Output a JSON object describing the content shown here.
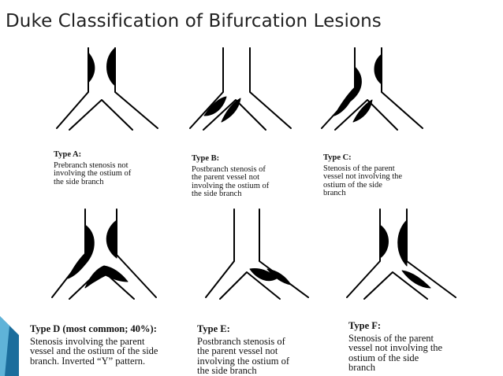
{
  "title": "Duke Classification of Bifurcation Lesions",
  "types": [
    {
      "name": "Type A:",
      "lines": [
        "Prebranch stenosis not",
        "involving the ostium of",
        "the side branch"
      ]
    },
    {
      "name": "Type B:",
      "lines": [
        "Postbranch stenosis of",
        "the parent vessel not",
        "involving the ostium of",
        "the side branch"
      ]
    },
    {
      "name": "Type C:",
      "lines": [
        "Stenosis of the parent",
        "vessel not involving the",
        "ostium of the side",
        "branch"
      ]
    },
    {
      "name": "Type D (most common; 40%):",
      "lines": [
        "Stenosis involving the parent",
        "vessel and the ostium of the side",
        "branch. Inverted “Y” pattern."
      ]
    },
    {
      "name": "Type E:",
      "lines": [
        "Postbranch stenosis of",
        "the parent vessel not",
        "involving the ostium of",
        "the side branch"
      ]
    },
    {
      "name": "Type F:",
      "lines": [
        "Stenosis of the parent",
        "vessel not involving the",
        "ostium of the side",
        "branch"
      ]
    }
  ],
  "colors": {
    "accent": "#1b6d9c",
    "accent_light": "#5fb3d8"
  }
}
